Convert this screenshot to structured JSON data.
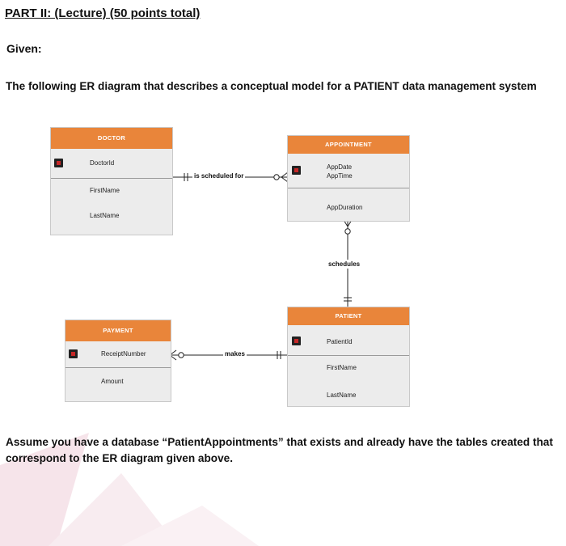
{
  "heading": "PART II:  (Lecture)  (50 points total)",
  "given": "Given:",
  "intro": "The following ER diagram that describes a conceptual model for a PATIENT data management system",
  "assume": "Assume you have a database “PatientAppointments” that exists and already have the tables created that correspond to the ER diagram given above.",
  "entities": {
    "doctor": {
      "title": "DOCTOR",
      "pk": "DoctorId",
      "attrs": [
        "FirstName",
        "LastName"
      ]
    },
    "appointment": {
      "title": "APPOINTMENT",
      "pk": [
        "AppDate",
        "AppTime"
      ],
      "attrs": [
        "AppDuration"
      ]
    },
    "patient": {
      "title": "PATIENT",
      "pk": "PatientId",
      "attrs": [
        "FirstName",
        "LastName"
      ]
    },
    "payment": {
      "title": "PAYMENT",
      "pk": "ReceiptNumber",
      "attrs": [
        "Amount"
      ]
    }
  },
  "relationships": {
    "doctor_appointment": "is scheduled for",
    "appointment_patient": "schedules",
    "payment_patient": "makes"
  },
  "colors": {
    "entity_header": "#e9853a",
    "entity_body": "#ececec",
    "key_icon": "#222222"
  },
  "icons": {
    "primary_key": "key-icon"
  }
}
